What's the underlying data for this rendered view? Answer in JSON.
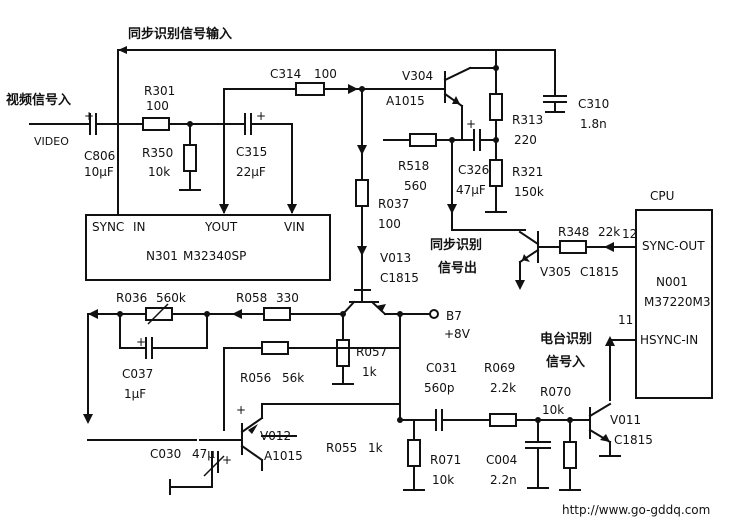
{
  "labels": {
    "sync_in_cn": "同步识别信号输入",
    "video_in_cn": "视频信号入",
    "video": "VIDEO",
    "sync_out_cn_1": "同步识别",
    "sync_out_cn_2": "信号出",
    "station_cn_1": "电台识别",
    "station_cn_2": "信号入",
    "cpu": "CPU",
    "b7": "B7",
    "b7_v": "+8V",
    "pin12": "12",
    "pin11": "11",
    "url": "http://www.go-gddq.com"
  },
  "ic_n301": {
    "pins": [
      "SYNC",
      "IN",
      "YOUT",
      "VIN"
    ],
    "name": "N301",
    "part": "M32340SP"
  },
  "ic_n001": {
    "pin1": "SYNC-OUT",
    "name": "N001",
    "part": "M37220M3",
    "pin2": "HSYNC-IN"
  },
  "parts": {
    "r301": {
      "ref": "R301",
      "val": "100"
    },
    "c806": {
      "ref": "C806",
      "val": "10μF"
    },
    "r350": {
      "ref": "R350",
      "val": "10k"
    },
    "c314": {
      "ref": "C314",
      "val": "100"
    },
    "c315": {
      "ref": "C315",
      "val": "22μF"
    },
    "v304": {
      "ref": "V304",
      "val": "A1015"
    },
    "c310": {
      "ref": "C310",
      "val": "1.8n"
    },
    "r313": {
      "ref": "R313",
      "val": "220"
    },
    "r518": {
      "ref": "R518",
      "val": "560"
    },
    "c326": {
      "ref": "C326",
      "val": "47μF"
    },
    "r321": {
      "ref": "R321",
      "val": "150k"
    },
    "r037": {
      "ref": "R037",
      "val": "100"
    },
    "r348": {
      "ref": "R348",
      "val": "22k"
    },
    "v305": {
      "ref": "V305",
      "val": "C1815"
    },
    "v013": {
      "ref": "V013",
      "val": "C1815"
    },
    "r036": {
      "ref": "R036",
      "val": "560k"
    },
    "r058": {
      "ref": "R058",
      "val": "330"
    },
    "c037": {
      "ref": "C037",
      "val": "1μF"
    },
    "r057": {
      "ref": "R057",
      "val": "1k"
    },
    "r056": {
      "ref": "R056",
      "val": "56k"
    },
    "c031": {
      "ref": "C031",
      "val": "560p"
    },
    "r069": {
      "ref": "R069",
      "val": "2.2k"
    },
    "r070": {
      "ref": "R070",
      "val": "10k"
    },
    "v012": {
      "ref": "V012",
      "val": "A1015"
    },
    "r055": {
      "ref": "R055",
      "val": "1k"
    },
    "c030": {
      "ref": "C030",
      "val": "47μ"
    },
    "r071": {
      "ref": "R071",
      "val": "10k"
    },
    "c004": {
      "ref": "C004",
      "val": "2.2n"
    },
    "v011": {
      "ref": "V011",
      "val": "C1815"
    }
  }
}
